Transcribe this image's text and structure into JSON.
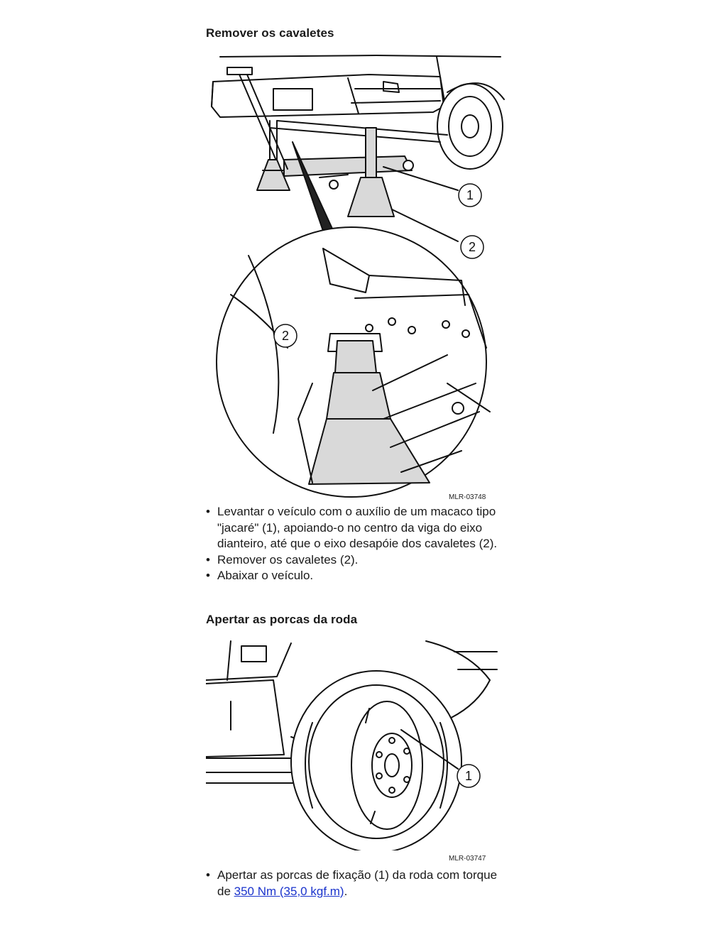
{
  "section1": {
    "heading": "Remover os cavaletes",
    "figure_code": "MLR-03748",
    "callouts": [
      "1",
      "2",
      "2"
    ],
    "bullets": [
      "Levantar o veículo com o auxílio de um macaco tipo \"jacaré\" (1), apoiando-o no centro da viga do eixo dianteiro, até que o eixo desapóie dos cavaletes (2).",
      "Remover os cavaletes (2).",
      "Abaixar o veículo."
    ]
  },
  "section2": {
    "heading": "Apertar as porcas da roda",
    "figure_code": "MLR-03747",
    "callouts": [
      "1"
    ],
    "bullet_prefix": "Apertar as porcas de fixação (1) da roda com torque de ",
    "torque_link": "350 Nm (35,0 kgf.m)",
    "bullet_suffix": "."
  }
}
